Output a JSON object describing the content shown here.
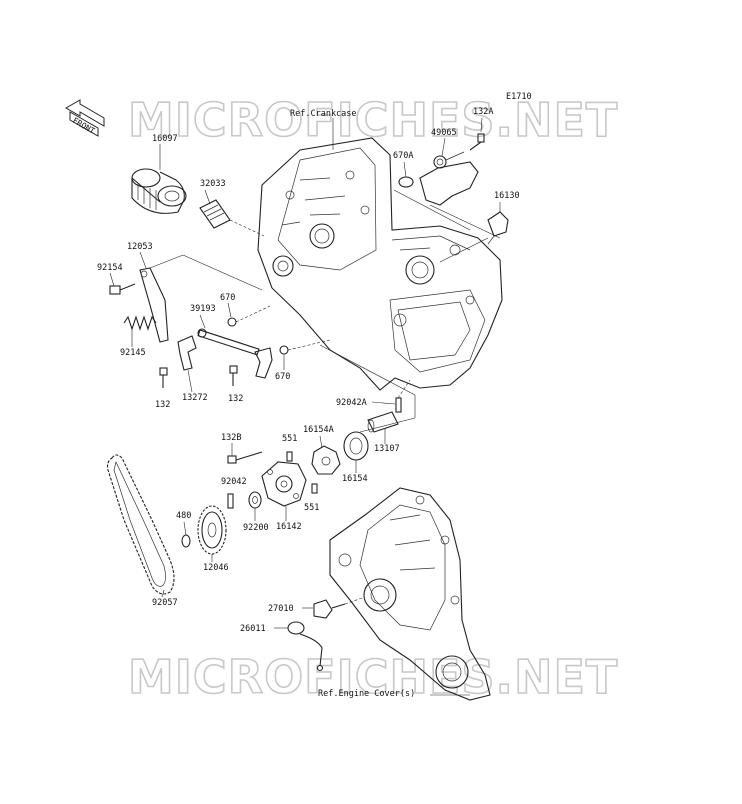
{
  "diagram_code": "E1710",
  "front_label": "FRONT",
  "watermark_text": "MICROFICHES.NET",
  "references": {
    "crankcase": "Ref.Crankcase",
    "engine_cover": "Ref.Engine Cover(s)"
  },
  "parts": {
    "p16097": "16097",
    "p32033": "32033",
    "p12053": "12053",
    "p92154": "92154",
    "p92145": "92145",
    "p39193": "39193",
    "p670_upper": "670",
    "p670_lower": "670",
    "p132_left": "132",
    "p13272": "13272",
    "p132_mid": "132",
    "p132A": "132A",
    "p49065": "49065",
    "p670A": "670A",
    "p16130": "16130",
    "p92042A": "92042A",
    "p13107": "13107",
    "p132B": "132B",
    "p551_upper": "551",
    "p16154A": "16154A",
    "p16154": "16154",
    "p92042": "92042",
    "p92200": "92200",
    "p16142": "16142",
    "p551_lower": "551",
    "p480": "480",
    "p12046": "12046",
    "p92057": "92057",
    "p27010": "27010",
    "p26011": "26011"
  },
  "colors": {
    "line": "#222222",
    "watermark": "#c8c8c8",
    "background": "#ffffff"
  }
}
